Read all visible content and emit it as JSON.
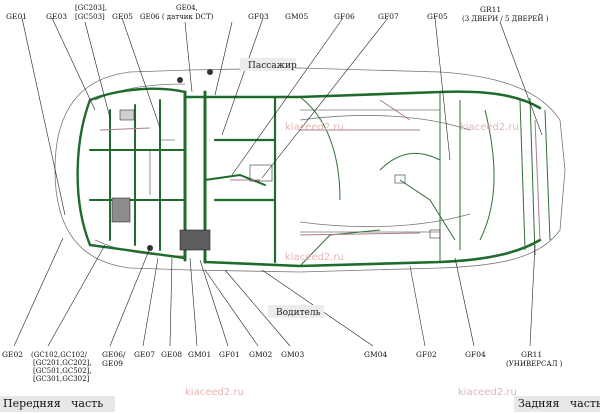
{
  "labels": {
    "top": {
      "GE01": "GE01",
      "GE03": "GE03",
      "GC203": "[GC203],",
      "GC503": "[GC503]",
      "GE05": "GE05",
      "GE04": "GE04,",
      "GE06_dct": "GE06 ( датчик DCT)",
      "GF03": "GF03",
      "GM05": "GM05",
      "GF06": "GF06",
      "GF07": "GF07",
      "GF05": "GF05",
      "GR11": "GR11",
      "GR11_doors": "(3 ДВЕРИ / 5 ДВЕРЕЙ )"
    },
    "bottom": {
      "GE02": "GE02",
      "GC_group_1": "(GC102,GC102/",
      "GC_group_2": "[GC201,GC202],",
      "GC_group_3": "[GC501,GC502],",
      "GC_group_4": "[GC301,GC302]",
      "GE06": "GE06/",
      "GE09": "GE09",
      "GE07": "GE07",
      "GE08": "GE08",
      "GM01": "GM01",
      "GF01": "GF01",
      "GM02": "GM02",
      "GM03": "GM03",
      "GM04": "GM04",
      "GF02": "GF02",
      "GF04": "GF04",
      "GR11": "GR11",
      "GR11_universal": "(УНИВЕРСАЛ )"
    },
    "passenger": "Пассажир",
    "driver": "Водитель"
  },
  "watermarks": [
    "kiaceed2.ru",
    "kiaceed2.ru",
    "kiaceed2.ru",
    "kiaceed2.ru",
    "kiaceed2.ru"
  ],
  "footer": {
    "front": "Передняя   часть",
    "rear": "Задняя   часть"
  }
}
